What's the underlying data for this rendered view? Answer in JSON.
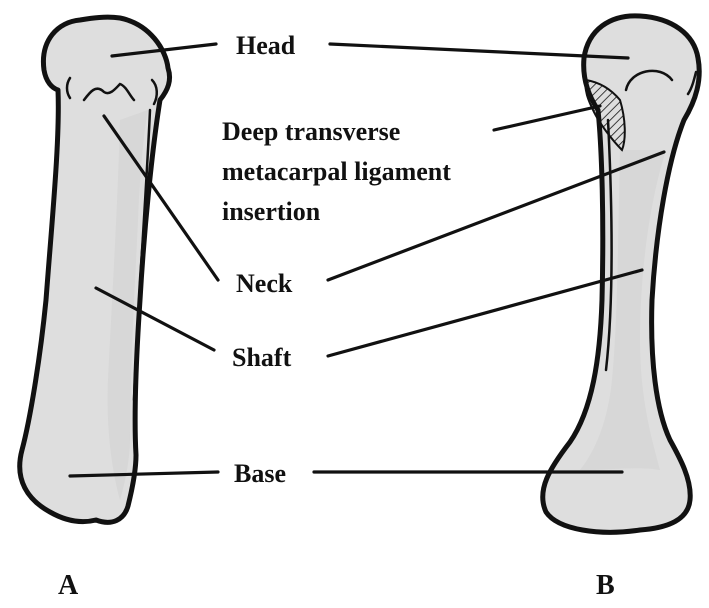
{
  "labels": {
    "head": "Head",
    "deep_line1": "Deep transverse",
    "deep_line2": "metacarpal ligament",
    "deep_line3": "insertion",
    "neck": "Neck",
    "shaft": "Shaft",
    "base": "Base"
  },
  "panels": {
    "a": "A",
    "b": "B"
  },
  "colors": {
    "bone_fill": "#dedede",
    "outline": "#111111",
    "background": "#ffffff"
  }
}
